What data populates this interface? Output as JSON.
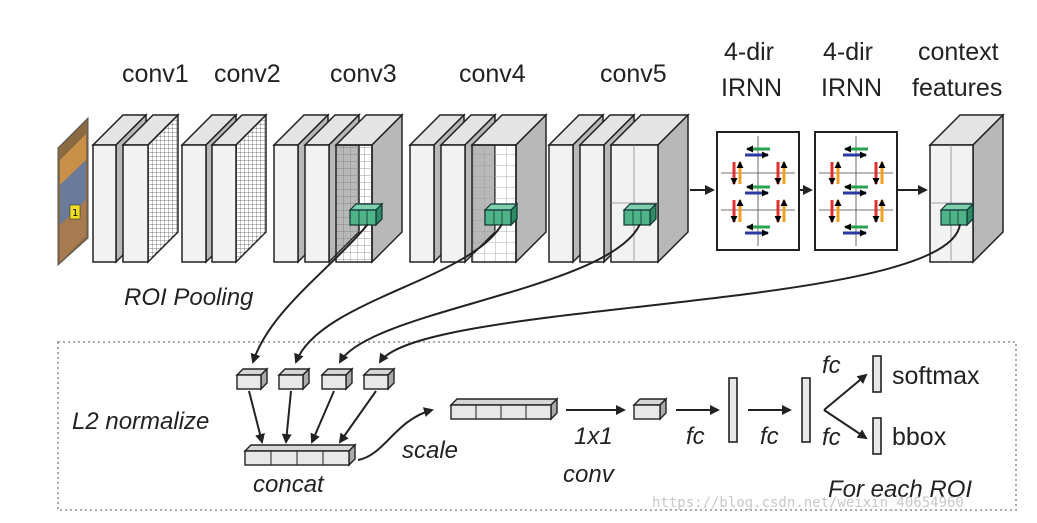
{
  "labels": {
    "conv1": "conv1",
    "conv2": "conv2",
    "conv3": "conv3",
    "conv4": "conv4",
    "conv5": "conv5",
    "irnn1_line1": "4-dir",
    "irnn1_line2": "IRNN",
    "irnn2_line1": "4-dir",
    "irnn2_line2": "IRNN",
    "context_line1": "context",
    "context_line2": "features",
    "roi_pooling": "ROI Pooling",
    "l2_normalize": "L2 normalize",
    "concat": "concat",
    "scale": "scale",
    "conv1x1_line1": "1x1",
    "conv1x1_line2": "conv",
    "fc_a": "fc",
    "fc_b": "fc",
    "fc_c": "fc",
    "fc_d": "fc",
    "softmax": "softmax",
    "bbox": "bbox",
    "for_each_roi": "For each ROI"
  },
  "watermark": "https://blog.csdn.net/weixin_40654960",
  "colors": {
    "roi_cube": "#4fb38a",
    "irnn_red": "#e03030",
    "irnn_orange": "#f0a020",
    "irnn_green": "#2aa050",
    "irnn_blue": "#2a3aa0"
  }
}
